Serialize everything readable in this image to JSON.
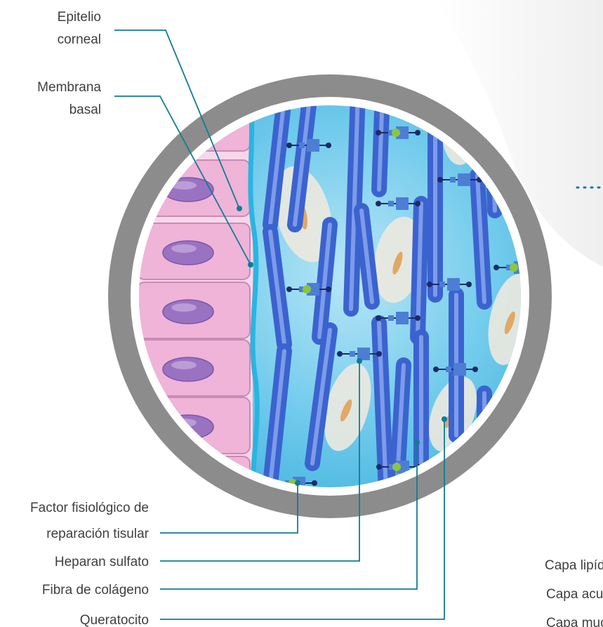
{
  "ring_title": "ESTROMA CORNEAL",
  "labels": {
    "epitelio_line1": "Epitelio",
    "epitelio_line2": "corneal",
    "membrana_line1": "Membrana",
    "membrana_line2": "basal",
    "factor_line1": "Factor fisiológico de",
    "factor_line2": "reparación tisular",
    "heparan": "Heparan sulfato",
    "fibra": "Fibra de colágeno",
    "queratocito": "Queratocito"
  },
  "tear_layers": [
    "Capa lipídica",
    "Capa acuosa",
    "Capa mucosa"
  ],
  "colors": {
    "ring": "#8c8c8c",
    "stroma": "#5cc0e6",
    "fiber": "#3b63cf",
    "epithelium": "#efb4d8",
    "nucleus": "#9a72c2",
    "leader": "#0f7d92",
    "molecule_node": "#1e2a66",
    "molecule_box": "#4d7ed4",
    "factor_dot": "#8cc63f",
    "keratocyte": "#ece9df",
    "keratocyte_nucleus": "#e0a866"
  }
}
